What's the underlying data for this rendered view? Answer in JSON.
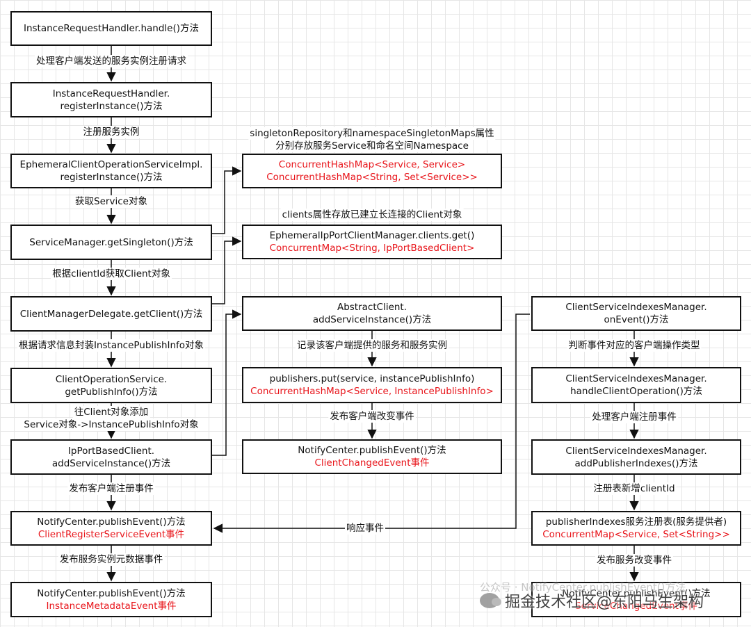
{
  "boxes": {
    "b1": [
      "InstanceRequestHandler.handle()方法"
    ],
    "b2": [
      "InstanceRequestHandler.",
      "registerInstance()方法"
    ],
    "b3": [
      "EphemeralClientOperationServiceImpl.",
      "registerInstance()方法"
    ],
    "b4": [
      "ServiceManager.getSingleton()方法"
    ],
    "b5": [
      "ClientManagerDelegate.getClient()方法"
    ],
    "b6": [
      "ClientOperationService.",
      "getPublishInfo()方法"
    ],
    "b7": [
      "IpPortBasedClient.",
      "addServiceInstance()方法"
    ],
    "b8": [
      "NotifyCenter.publishEvent()方法",
      "ClientRegisterServiceEvent事件"
    ],
    "b9": [
      "NotifyCenter.publishEvent()方法",
      "InstanceMetadataEvent事件"
    ],
    "m1": [
      "ConcurrentHashMap<Service, Service>",
      "ConcurrentHashMap<String, Set<Service>>"
    ],
    "m2": [
      "EphemeralIpPortClientManager.clients.get()",
      "ConcurrentMap<String, IpPortBasedClient>"
    ],
    "m3": [
      "AbstractClient.",
      "addServiceInstance()方法"
    ],
    "m4": [
      "publishers.put(service, instancePublishInfo)",
      "ConcurrentHashMap<Service, InstancePublishInfo>"
    ],
    "m5": [
      "NotifyCenter.publishEvent()方法",
      "ClientChangedEvent事件"
    ],
    "r1": [
      "ClientServiceIndexesManager.",
      "onEvent()方法"
    ],
    "r2": [
      "ClientServiceIndexesManager.",
      "handleClientOperation()方法"
    ],
    "r3": [
      "ClientServiceIndexesManager.",
      "addPublisherIndexes()方法"
    ],
    "r4": [
      "publisherIndexes服务注册表(服务提供者)",
      "ConcurrentMap<Service, Set<String>>"
    ],
    "r5": [
      "NotifyCenter.publishEvent()方法",
      "ServiceChangedEvent事件"
    ]
  },
  "labels": {
    "l1": "处理客户端发送的服务实例注册请求",
    "l2": "注册服务实例",
    "l3": "获取Service对象",
    "l4": "根据clientId获取Client对象",
    "l5": "根据请求信息封装InstancePublishInfo对象",
    "l6a": "往Client对象添加",
    "l6b": "Service对象->InstancePublishInfo对象",
    "l7": "发布客户端注册事件",
    "l8": "发布服务实例元数据事件",
    "n1a": "singletonRepository和namespaceSingletonMaps属性",
    "n1b": "分别存放服务Service和命名空间Namespace",
    "n2": "clients属性存放已建立长连接的Client对象",
    "ml1": "记录该客户端提供的服务和服务实例",
    "ml2": "发布客户端改变事件",
    "rl1": "判断事件对应的客户端操作类型",
    "rl2": "处理客户端注册事件",
    "rl3": "注册表新增clientId",
    "rl4": "发布服务改变事件",
    "respond": "响应事件"
  },
  "watermark": {
    "text": "掘金技术社区@东阳马生架构",
    "ghost": "公众号 · NotifyCenter.publishEvent()方法"
  },
  "colors": {
    "accent_red": "#e8141a",
    "border": "#111111",
    "grid": "#e6e6e6"
  }
}
